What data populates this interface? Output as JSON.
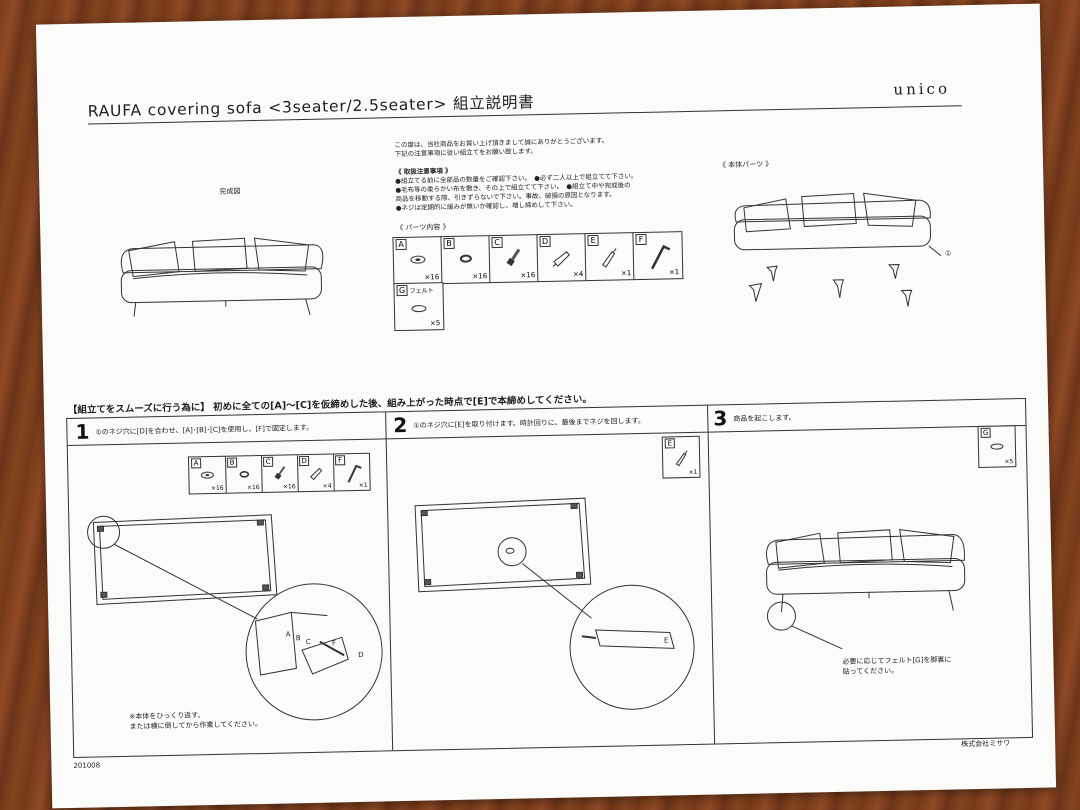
{
  "header": {
    "title": "RAUFA covering sofa <3seater/2.5seater> 組立説明書",
    "brand": "unico"
  },
  "intro": {
    "lines": [
      "この度は、当社商品をお買い上げ頂きまして誠にありがとうございます。",
      "下記の注意事項に従い組立てをお願い致します。"
    ],
    "caution_title": "《 取扱注意事項 》",
    "caution_lines": [
      "●組立てる前に全部品の数量をご確認下さい。　●必ず二人以上で組立てて下さい。",
      "●毛布等の柔らかい布を敷き、その上で組立てて下さい。　●組立て中や完成後の",
      "商品を移動する際、引きずらないで下さい。事故、破損の原因となります。",
      "●ネジは定期的に緩みが無いか確認し、増し締めして下さい。"
    ]
  },
  "completed_label": "完成図",
  "body_parts_label": "《 本体パーツ 》",
  "body_part_marker": "①",
  "parts_title": "《 パーツ内容 》",
  "parts": [
    {
      "letter": "A",
      "qty": "×16"
    },
    {
      "letter": "B",
      "qty": "×16"
    },
    {
      "letter": "C",
      "qty": "×16"
    },
    {
      "letter": "D",
      "qty": "×4"
    },
    {
      "letter": "E",
      "qty": "×1"
    },
    {
      "letter": "F",
      "qty": "×1"
    }
  ],
  "part_g": {
    "letter": "G",
    "name": "フェルト",
    "qty": "×5"
  },
  "instruction_heading": "【組立てをスムーズに行う為に】 初めに全ての[A]～[C]を仮締めした後、組み上がった時点で[E]で本締めしてください。",
  "steps": [
    {
      "num": "1",
      "text": "①のネジ穴に[D]を合わせ、[A]･[B]･[C]を使用し、[F]で固定します。"
    },
    {
      "num": "2",
      "text": "①のネジ穴に[E]を取り付けます。時計回りに、最後までネジを回します。"
    },
    {
      "num": "3",
      "text": "商品を起こします。"
    }
  ],
  "step1_parts": [
    {
      "letter": "A",
      "qty": "×16"
    },
    {
      "letter": "B",
      "qty": "×16"
    },
    {
      "letter": "C",
      "qty": "×16"
    },
    {
      "letter": "D",
      "qty": "×4"
    },
    {
      "letter": "F",
      "qty": "×1"
    }
  ],
  "step1_note": [
    "※本体をひっくり返す、",
    "または横に倒してから作業してください。"
  ],
  "step2_part": {
    "letter": "E",
    "qty": "×1"
  },
  "step3_part": {
    "letter": "G",
    "qty": "×5"
  },
  "step3_note": [
    "必要に応じてフェルト[G]を脚裏に",
    "貼ってください。"
  ],
  "callout_labels": {
    "a": "A",
    "b": "B",
    "c": "C",
    "f": "F",
    "d": "D",
    "e": "E"
  },
  "code": "201008",
  "company": "株式会社ミサワ"
}
